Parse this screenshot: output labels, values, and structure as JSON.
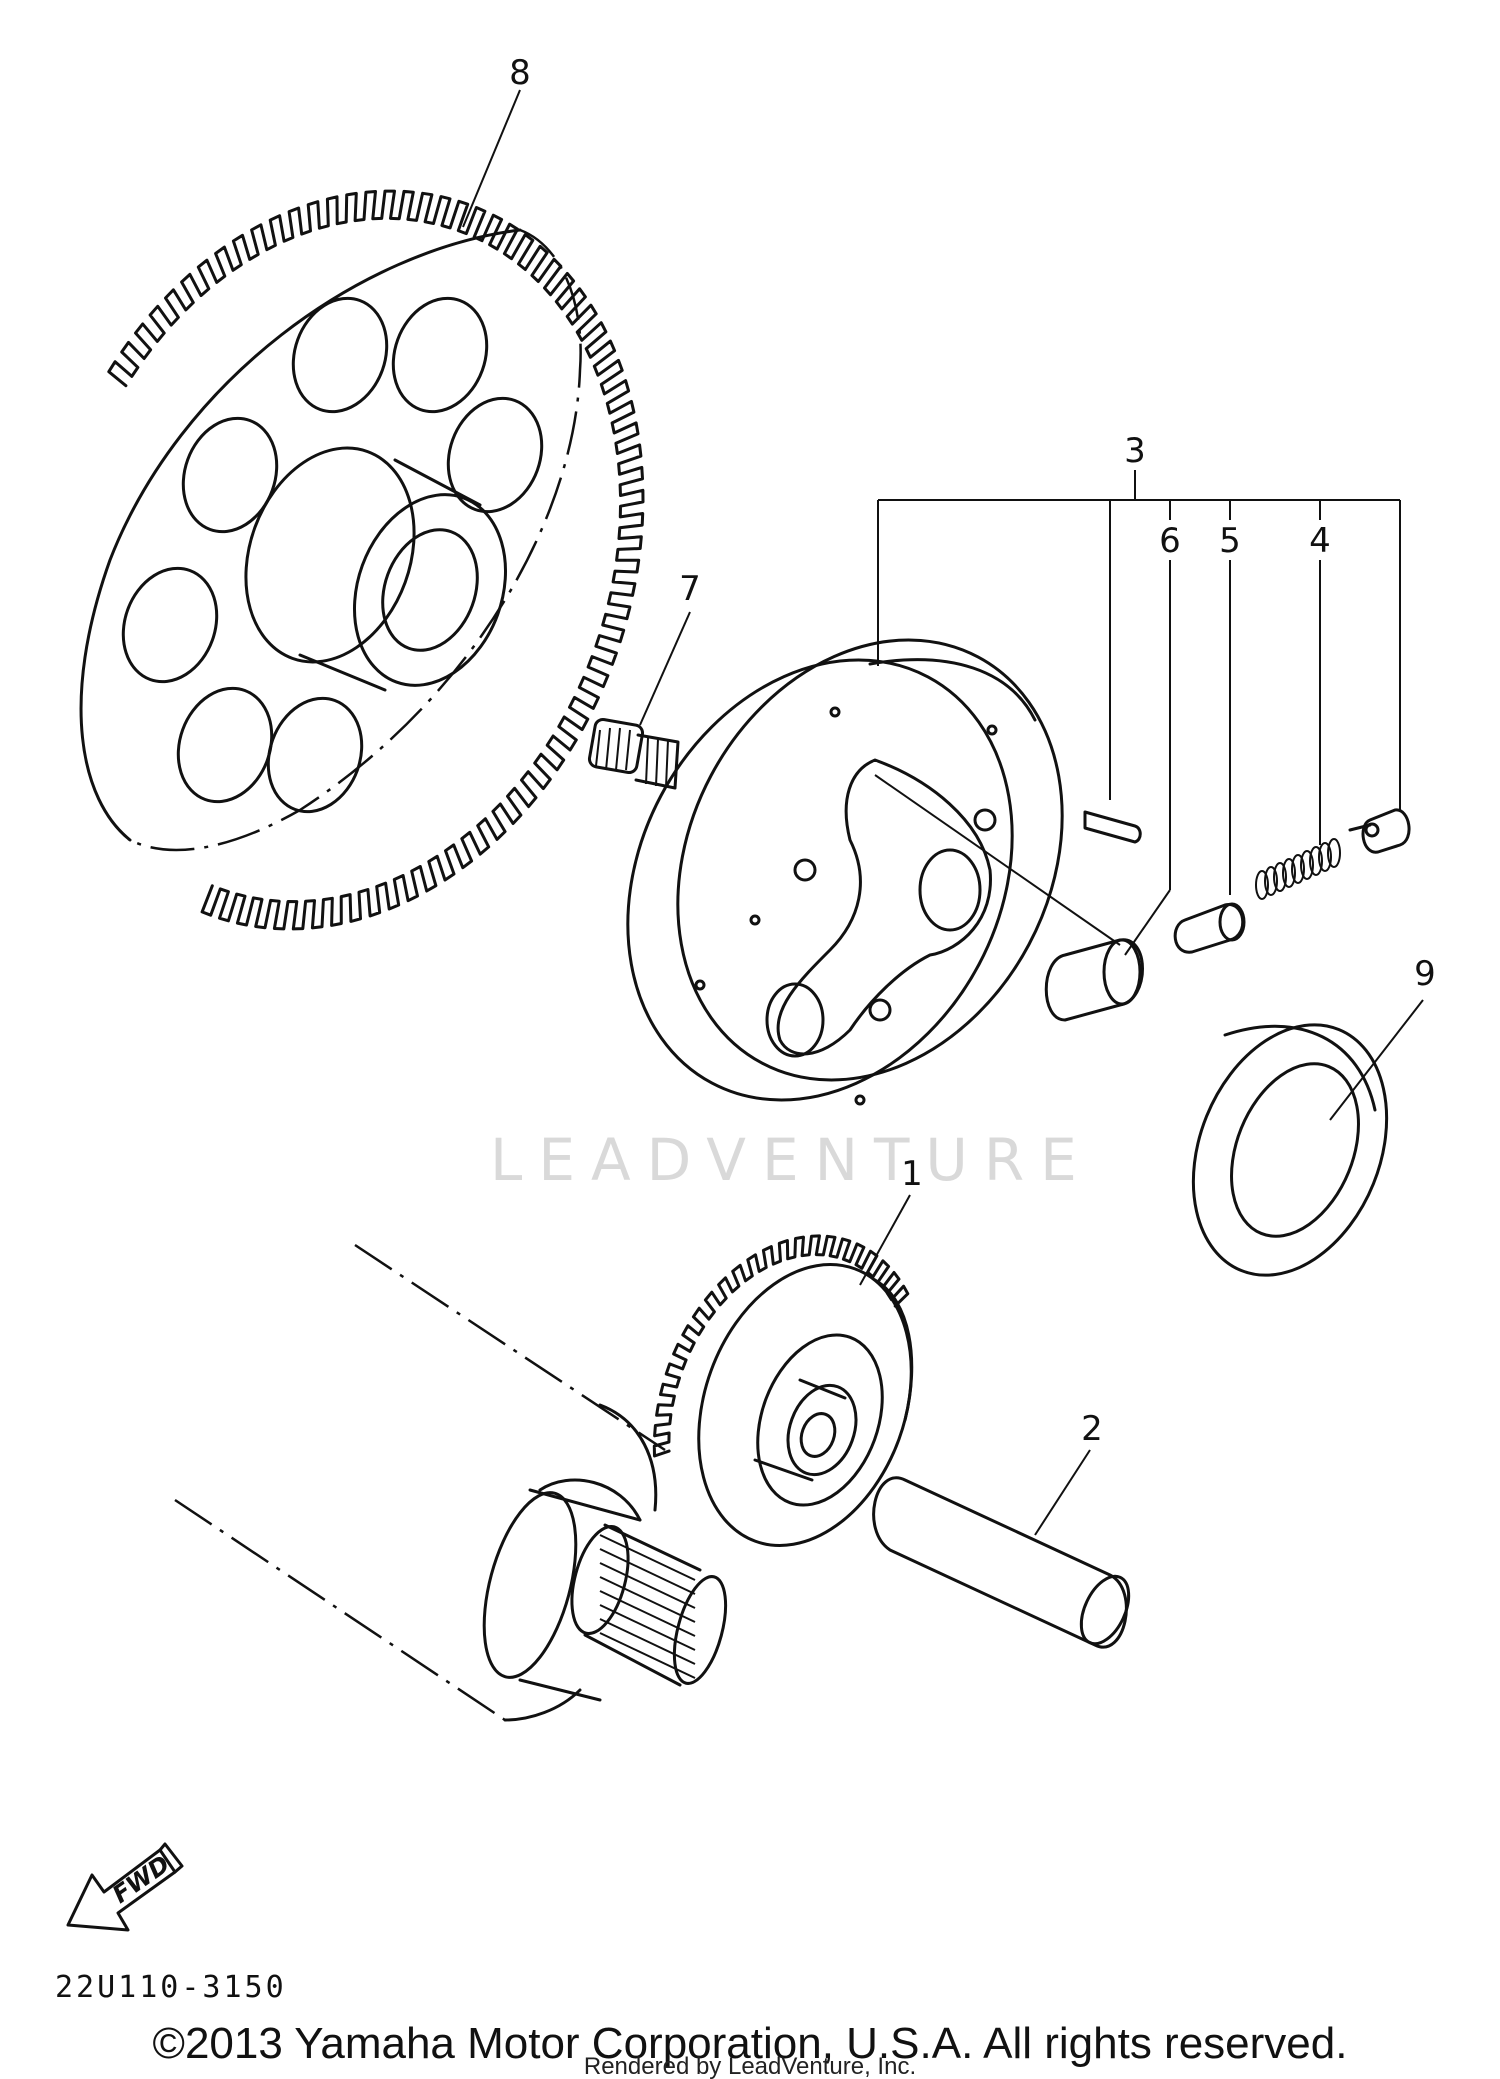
{
  "callouts": {
    "p1": "1",
    "p2": "2",
    "p3": "3",
    "p4": "4",
    "p5": "5",
    "p6": "6",
    "p7": "7",
    "p8": "8",
    "p9": "9"
  },
  "direction_badge": "FWD",
  "watermark": "LEADVENTURE",
  "diagram_code": "22U110-3150",
  "copyright": "©2013 Yamaha Motor Corporation, U.S.A. All rights reserved.",
  "rendered_by": "Rendered by LeadVenture, Inc."
}
